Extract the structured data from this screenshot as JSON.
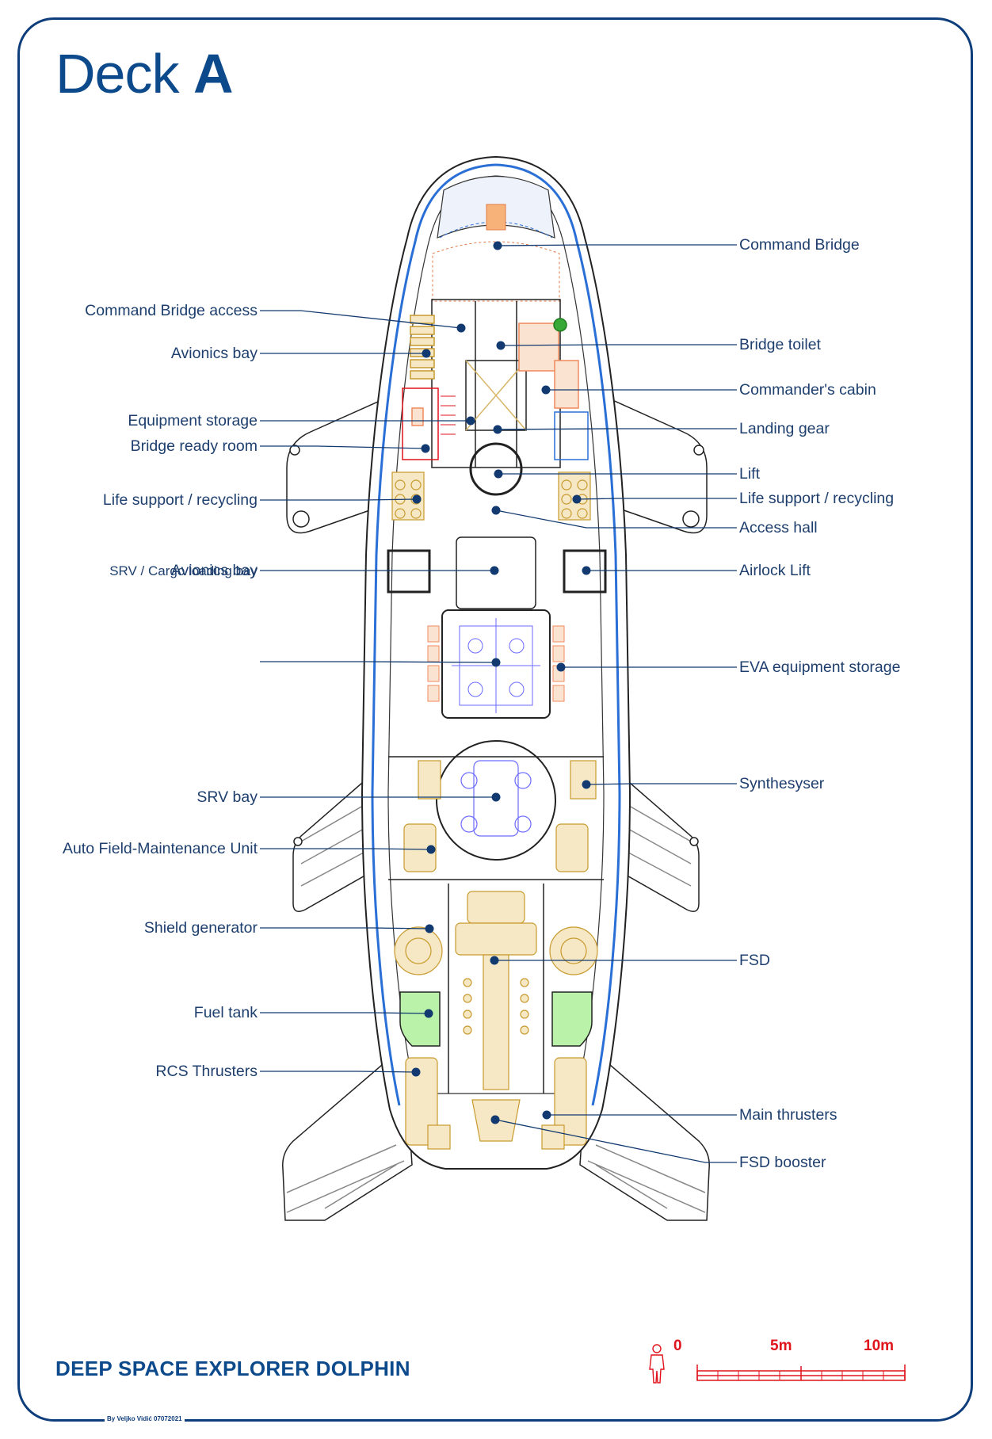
{
  "title": {
    "prefix": "Deck",
    "letter": "A"
  },
  "ship_name": "DEEP SPACE EXPLORER DOLPHIN",
  "credit": "By Veljko Vidić 07072021",
  "scale": {
    "zero": "0",
    "mid": "5m",
    "end": "10m"
  },
  "labels_left": [
    {
      "id": "command-bridge-access",
      "text": "Command Bridge access"
    },
    {
      "id": "avionics-bay-front",
      "text": "Avionics bay"
    },
    {
      "id": "equipment-storage",
      "text": "Equipment storage"
    },
    {
      "id": "bridge-ready-room",
      "text": "Bridge ready room"
    },
    {
      "id": "life-support-left",
      "text": "Life support / recycling"
    },
    {
      "id": "avionics-bay-mid",
      "text": "Avionics bay"
    },
    {
      "id": "srv-cargo-loading-bay",
      "text": "SRV / Cargo loading bay"
    },
    {
      "id": "srv-bay",
      "text": "SRV bay"
    },
    {
      "id": "auto-field-maintenance-unit",
      "text": "Auto Field-Maintenance Unit"
    },
    {
      "id": "shield-generator",
      "text": "Shield generator"
    },
    {
      "id": "fuel-tank",
      "text": "Fuel tank"
    },
    {
      "id": "rcs-thrusters",
      "text": "RCS Thrusters"
    }
  ],
  "labels_right": [
    {
      "id": "command-bridge",
      "text": "Command Bridge"
    },
    {
      "id": "bridge-toilet",
      "text": "Bridge toilet"
    },
    {
      "id": "commanders-cabin",
      "text": "Commander's cabin"
    },
    {
      "id": "landing-gear",
      "text": "Landing gear"
    },
    {
      "id": "lift",
      "text": "Lift"
    },
    {
      "id": "life-support-right",
      "text": "Life support / recycling"
    },
    {
      "id": "access-hall",
      "text": "Access hall"
    },
    {
      "id": "airlock-lift",
      "text": "Airlock Lift"
    },
    {
      "id": "eva-equipment-storage",
      "text": "EVA equipment storage"
    },
    {
      "id": "synthesyser",
      "text": "Synthesyser"
    },
    {
      "id": "fsd",
      "text": "FSD"
    },
    {
      "id": "main-thrusters",
      "text": "Main thrusters"
    },
    {
      "id": "fsd-booster",
      "text": "FSD booster"
    }
  ],
  "colors": {
    "frame": "#0d3d7a",
    "label": "#1e3f6e",
    "leader": "#123a70",
    "hull_outline": "#222222",
    "hull_blue": "#2a6fd6",
    "machinery": "#d7a53a",
    "machinery_fill": "#f6e8c4",
    "fuel": "#b9f2a8",
    "srv": "#6b6bff",
    "scale": "#e0141c"
  }
}
